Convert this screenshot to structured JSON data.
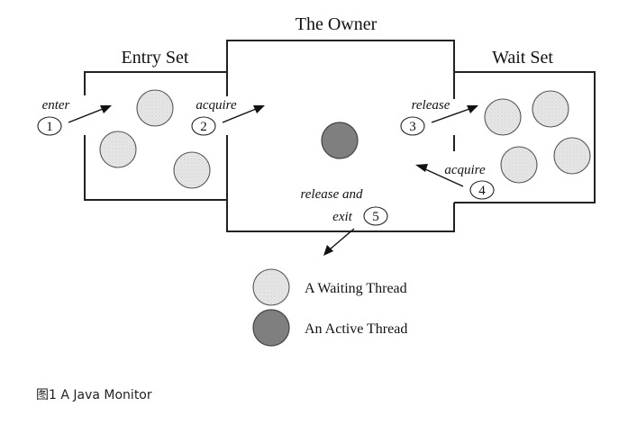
{
  "regions": {
    "owner": "The Owner",
    "entry_set": "Entry Set",
    "wait_set": "Wait Set"
  },
  "steps": [
    {
      "number": "1",
      "label": "enter"
    },
    {
      "number": "2",
      "label": "acquire"
    },
    {
      "number": "3",
      "label": "release"
    },
    {
      "number": "4",
      "label": "acquire"
    },
    {
      "number": "5",
      "label_line1": "release and",
      "label_line2": "exit"
    }
  ],
  "legend": {
    "waiting": "A Waiting Thread",
    "active": "An Active Thread"
  },
  "caption": "图1 A Java Monitor",
  "colors": {
    "waiting_fill": "#e6e6e6",
    "active_fill": "#7f7f7f"
  }
}
